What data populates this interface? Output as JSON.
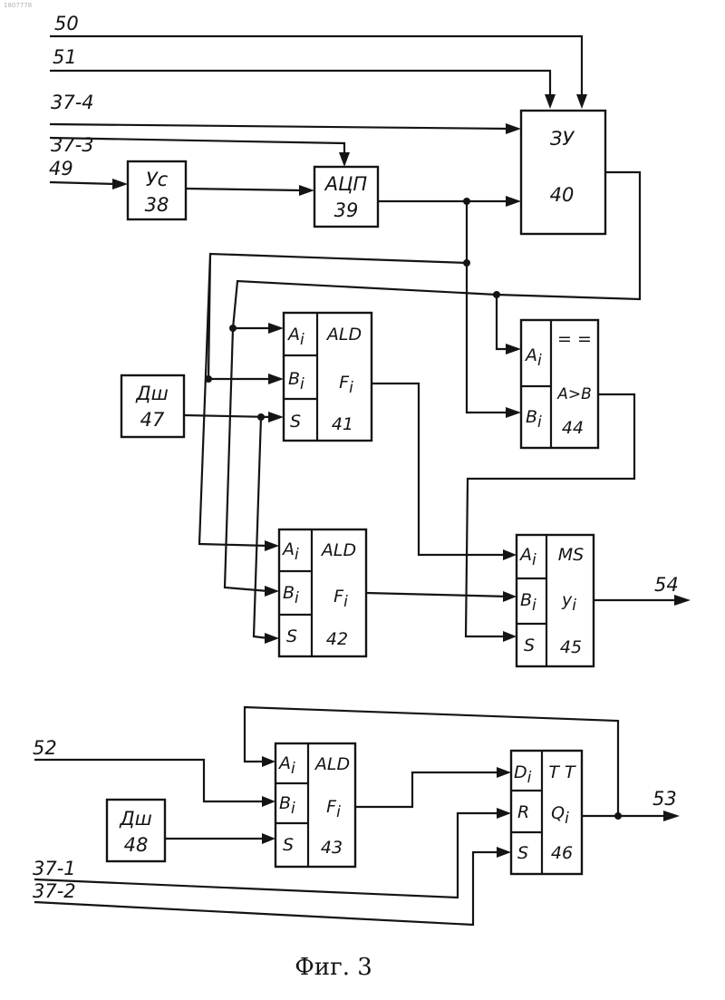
{
  "doc_number": "1807778",
  "caption": "Фиг. 3",
  "signals": {
    "s50": "50",
    "s51": "51",
    "s37_4": "37-4",
    "s37_3": "37-3",
    "s49": "49",
    "s52": "52",
    "s37_1": "37-1",
    "s37_2": "37-2",
    "out54": "54",
    "out53": "53"
  },
  "blocks": {
    "b38": {
      "name": "Ус",
      "num": "38"
    },
    "b39": {
      "name": "АЦП",
      "num": "39"
    },
    "b40": {
      "name": "ЗУ",
      "num": "40"
    },
    "b41": {
      "pins": [
        "A",
        "B",
        "S"
      ],
      "sub": "i",
      "func": "ALD",
      "out": "F",
      "num": "41"
    },
    "b42": {
      "pins": [
        "A",
        "B",
        "S"
      ],
      "sub": "i",
      "func": "ALD",
      "out": "F",
      "num": "42"
    },
    "b43": {
      "pins": [
        "A",
        "B",
        "S"
      ],
      "sub": "i",
      "func": "ALD",
      "out": "F",
      "num": "43"
    },
    "b44": {
      "pins": [
        "A",
        "B"
      ],
      "sub": "i",
      "func": "= =",
      "out": "A>B",
      "num": "44"
    },
    "b45": {
      "pins": [
        "A",
        "B",
        "S"
      ],
      "sub": "i",
      "func": "MS",
      "out": "y",
      "num": "45"
    },
    "b46": {
      "pins": [
        "D",
        "R",
        "S"
      ],
      "sub": "i",
      "func": "T T",
      "out": "Q",
      "num": "46"
    },
    "b47": {
      "name": "Дш",
      "num": "47"
    },
    "b48": {
      "name": "Дш",
      "num": "48"
    }
  }
}
